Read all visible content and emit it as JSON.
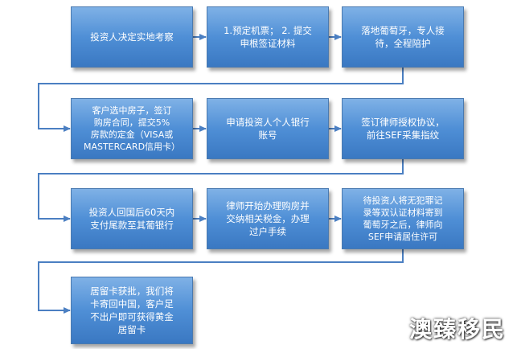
{
  "steps": [
    {
      "text": "投资人决定实地考察"
    },
    {
      "text": "1.预定机票； 2. 提交\n申根签证材料"
    },
    {
      "text": "落地葡萄牙，专人接\n待，全程陪护"
    },
    {
      "text": "客户选中房子，签订\n购房合同，提交5%\n房款的定金（VISA或\nMASTERCARD信用卡）"
    },
    {
      "text": "申请投资人个人银行\n账号"
    },
    {
      "text": "签订律师授权协议，\n前往SEF采集指纹"
    },
    {
      "text": "投资人回国后60天内\n支付尾款至其葡银行"
    },
    {
      "text": "律师开始办理购房并\n交纳相关税金，办理\n过户手续"
    },
    {
      "text": "待投资人将无犯罪记\n录等双认证材料寄到\n葡萄牙之后，律师向\nSEF申请居住许可"
    },
    {
      "text": "居留卡获批，我们将\n卡寄回中国，客户足\n不出户即可获得黄金\n居留卡"
    }
  ],
  "watermark": "澳臻移民",
  "colors": {
    "box_fill": "#4f8fd6",
    "box_border": "#4a7ab0",
    "arrow": "#4b7fc2",
    "text": "#ffffff"
  }
}
